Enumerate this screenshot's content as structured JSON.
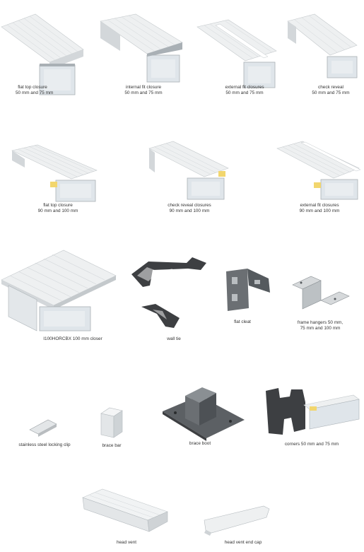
{
  "captions": {
    "flat_top_closure_50_75": [
      "flat top closure",
      "50 mm and 75 mm"
    ],
    "internal_fit_closure": [
      "internal fit closure",
      "50 mm and 75 mm"
    ],
    "external_fit_closures_50_75": [
      "external fit closures",
      "50 mm and 75 mm"
    ],
    "check_reveal_50_75": [
      "check reveal",
      "50 mm and 75 mm"
    ],
    "flat_top_closure_90_100": [
      "flat top closure",
      "90 mm and 100 mm"
    ],
    "check_reveal_closures_90_100": [
      "check reveal closures",
      "90 mm and 100 mm"
    ],
    "external_fit_closures_90_100": [
      "external fit closures",
      "90 mm and 100 mm"
    ],
    "closer_100": [
      "I100HORCBX 100 mm closer"
    ],
    "wall_tie": [
      "wall tie"
    ],
    "flat_cleat": [
      "flat cleat"
    ],
    "frame_hangers": [
      "frame hangers 50 mm,",
      "75 mm and 100 mm"
    ],
    "locking_clip": [
      "stainless steel locking clip"
    ],
    "brace_bar": [
      "brace bar"
    ],
    "brace_boot": [
      "brace boot"
    ],
    "corners": [
      "corners 50 mm and 75 mm"
    ],
    "head_vent": [
      "head vent"
    ],
    "head_vent_end_cap": [
      "head vent end cap"
    ]
  },
  "colors": {
    "aluminium_light": "#eef0f1",
    "aluminium_mid": "#d3d7da",
    "aluminium_dark": "#a9b0b5",
    "insulation": "#dfe5ea",
    "tape_yellow": "#f2d66e",
    "steel_dark": "#3d3f42",
    "steel_mid": "#6b6f73",
    "steel_light": "#b9bdc0"
  }
}
